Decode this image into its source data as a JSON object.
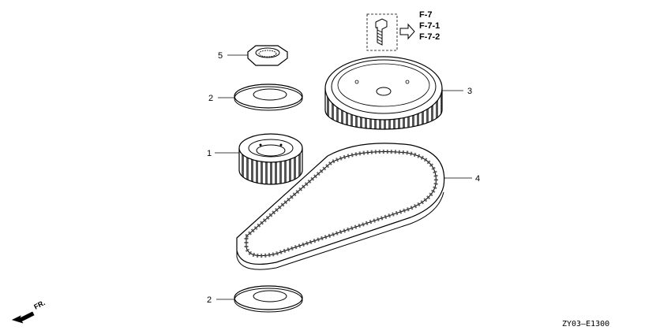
{
  "callouts": {
    "nut": "5",
    "washer_upper": "2",
    "drive_pulley": "1",
    "driven_pulley": "3",
    "timing_belt": "4",
    "washer_lower": "2"
  },
  "references": [
    "F-7",
    "F-7-1",
    "F-7-2"
  ],
  "direction_label": "FR.",
  "diagram_code": "ZY03—E1300",
  "colors": {
    "line": "#000000",
    "fill": "#ffffff",
    "shade": "#d9d9d9"
  }
}
